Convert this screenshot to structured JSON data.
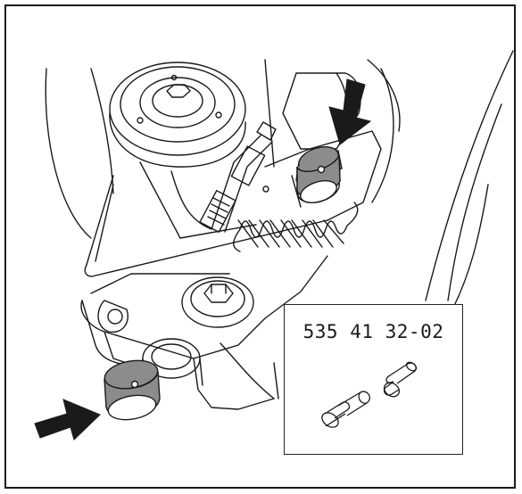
{
  "illustration": {
    "part_number": "535 41 32-02",
    "colors": {
      "line": "#1a1a1a",
      "bushing_fill": "#8c8c8c",
      "arrow_fill": "#1a1a1a"
    },
    "arrows": [
      "arrow-pointing-down",
      "arrow-pointing-right"
    ],
    "components": [
      "idler-pulley",
      "tension-spring",
      "bushing",
      "bushing",
      "bolt",
      "bracket"
    ]
  }
}
